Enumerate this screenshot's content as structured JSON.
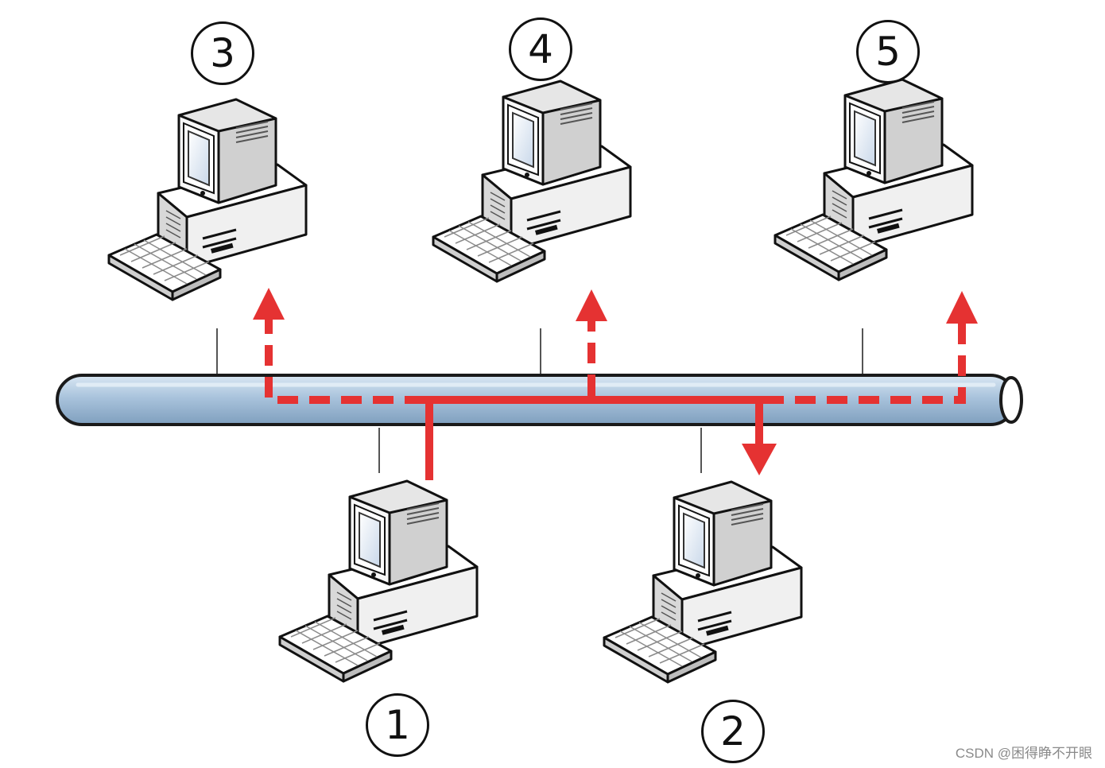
{
  "nodes": [
    {
      "id": "1",
      "label": "1"
    },
    {
      "id": "2",
      "label": "2"
    },
    {
      "id": "3",
      "label": "3"
    },
    {
      "id": "4",
      "label": "4"
    },
    {
      "id": "5",
      "label": "5"
    }
  ],
  "colors": {
    "bus_fill": "#a9c3dc",
    "bus_highlight": "#d9e7f3",
    "bus_outline": "#1a1a1a",
    "signal_red": "#e53232",
    "computer_body": "#f4f4f4",
    "screen": "#dfe9f4"
  },
  "signal": {
    "source_node": "1",
    "destination_node": "2",
    "broadcast_nodes": [
      "3",
      "4",
      "5"
    ]
  },
  "watermark": "CSDN @困得睁不开眼"
}
